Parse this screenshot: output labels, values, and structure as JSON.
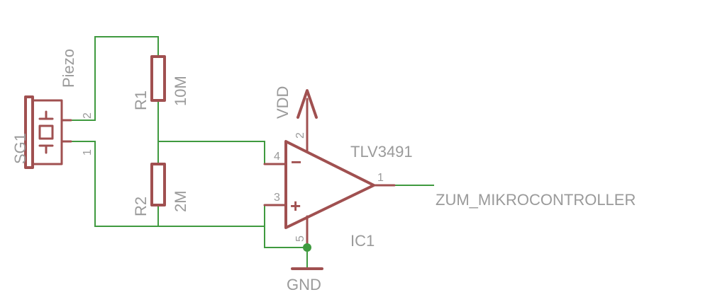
{
  "components": {
    "piezo": {
      "ref": "SG1",
      "value": "Piezo",
      "pins": {
        "p1": "1",
        "p2": "2"
      }
    },
    "r1": {
      "ref": "R1",
      "value": "10M"
    },
    "r2": {
      "ref": "R2",
      "value": "2M"
    },
    "opamp": {
      "ref": "IC1",
      "value": "TLV3491",
      "pins": {
        "vdd": "2",
        "inv": "4",
        "noninv": "3",
        "out": "1",
        "gnd": "5"
      },
      "inv_sign": "−",
      "noninv_sign": "+"
    }
  },
  "supply": {
    "vdd": "VDD",
    "gnd": "GND"
  },
  "net_output": "ZUM_MIKROCONTROLLER",
  "colors": {
    "wire": "#3f9a3f",
    "part": "#a05050",
    "text": "#9a9a9a"
  }
}
